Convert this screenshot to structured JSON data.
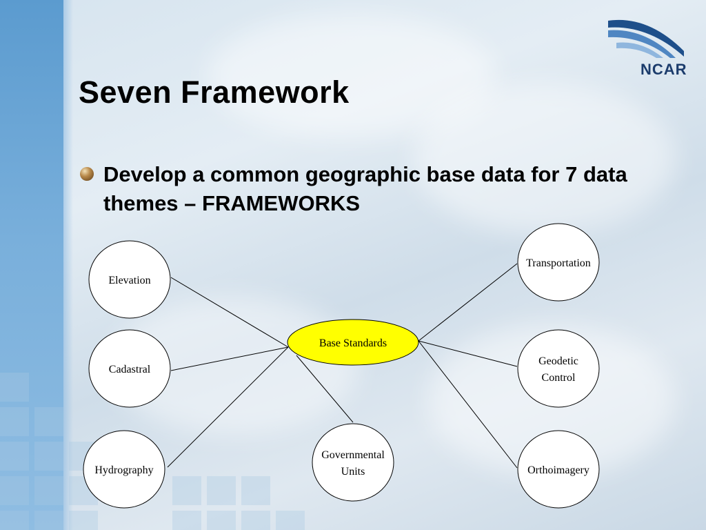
{
  "slide": {
    "title": "Seven Framework",
    "bullet": "Develop a common geographic base data for 7 data themes – FRAMEWORKS",
    "logo": "NCAR"
  },
  "diagram": {
    "center": {
      "label": "Base Standards",
      "color": "#ffff00"
    },
    "nodes": [
      {
        "id": "elevation",
        "lines": [
          "Elevation"
        ]
      },
      {
        "id": "cadastral",
        "lines": [
          "Cadastral"
        ]
      },
      {
        "id": "hydrography",
        "lines": [
          "Hydrography"
        ]
      },
      {
        "id": "governmental-units",
        "lines": [
          "Governmental",
          "Units"
        ]
      },
      {
        "id": "transportation",
        "lines": [
          "Transportation"
        ]
      },
      {
        "id": "geodetic-control",
        "lines": [
          "Geodetic",
          "Control"
        ]
      },
      {
        "id": "orthoimagery",
        "lines": [
          "Orthoimagery"
        ]
      }
    ]
  }
}
